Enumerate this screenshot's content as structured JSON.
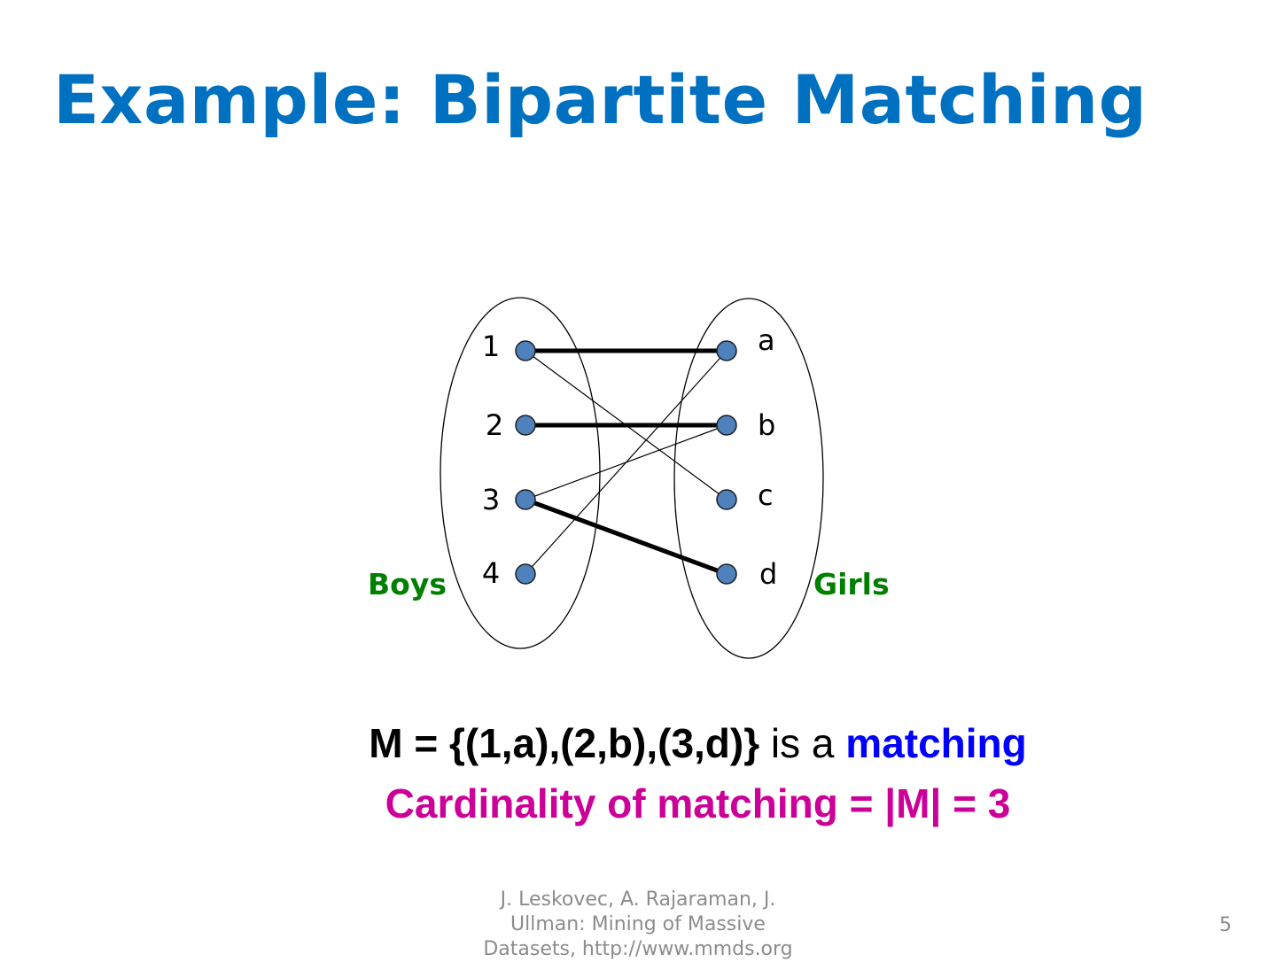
{
  "slide": {
    "title": "Example: Bipartite Matching",
    "page_number": "5"
  },
  "diagram": {
    "left_group": {
      "label": "Boys",
      "nodes": [
        "1",
        "2",
        "3",
        "4"
      ]
    },
    "right_group": {
      "label": "Girls",
      "nodes": [
        "a",
        "b",
        "c",
        "d"
      ]
    },
    "edges": [
      {
        "from": "1",
        "to": "a",
        "matched": true
      },
      {
        "from": "1",
        "to": "c",
        "matched": false
      },
      {
        "from": "2",
        "to": "b",
        "matched": true
      },
      {
        "from": "3",
        "to": "b",
        "matched": false
      },
      {
        "from": "3",
        "to": "d",
        "matched": true
      },
      {
        "from": "4",
        "to": "a",
        "matched": false
      }
    ],
    "colors": {
      "node_fill": "#4f81bd",
      "group_label": "#008000"
    }
  },
  "statement": {
    "matching_set": "M = {(1,a),(2,b),(3,d)}",
    "connector": "is a",
    "term": "matching",
    "cardinality": "Cardinality of matching = |M| = 3",
    "colors": {
      "term": "#0000ff",
      "cardinality": "#cc0099"
    }
  },
  "footer": {
    "citation_line1": "J. Leskovec, A. Rajaraman, J.",
    "citation_line2": "Ullman: Mining of Massive",
    "citation_line3": "Datasets, http://www.mmds.org"
  }
}
